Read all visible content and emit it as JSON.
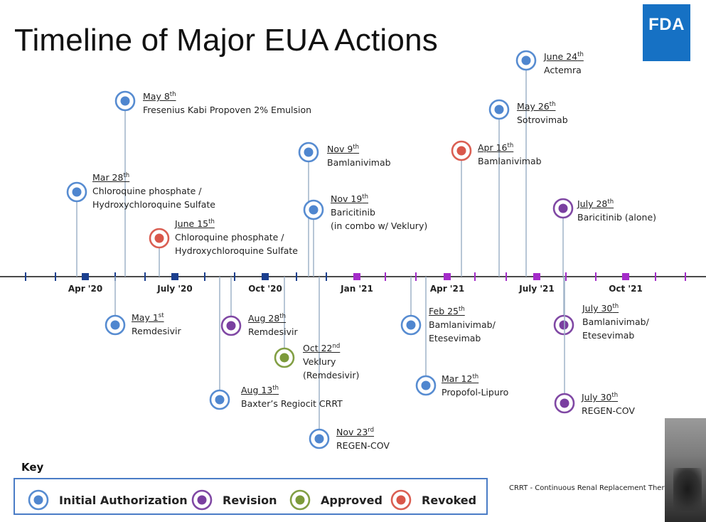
{
  "title": "Timeline of Major EUA Actions",
  "logo_text": "FDA",
  "colors": {
    "initial": "#4f86cf",
    "revision": "#7a3fa0",
    "approved": "#7c9a3a",
    "revoked": "#d9574a",
    "axis": "#4a4a4a",
    "stem": "#9fb3c8",
    "tick_2020": "#1b3f8f",
    "tick_2021": "#a42cc9",
    "logo_bg": "#1671c4"
  },
  "months": [
    {
      "label": "Apr '20",
      "year": "2020"
    },
    {
      "label": "July '20",
      "year": "2020"
    },
    {
      "label": "Oct '20",
      "year": "2020"
    },
    {
      "label": "Jan '21",
      "year": "2021"
    },
    {
      "label": "Apr '21",
      "year": "2021"
    },
    {
      "label": "July '21",
      "year": "2021"
    },
    {
      "label": "Oct '21",
      "year": "2021"
    }
  ],
  "events": [
    {
      "date": "Mar 28",
      "sup": "th",
      "lines": [
        "Chloroquine phosphate /",
        "Hydroxychloroquine Sulfate"
      ],
      "type": "initial"
    },
    {
      "date": "May 8",
      "sup": "th",
      "lines": [
        "Fresenius Kabi Propoven 2% Emulsion"
      ],
      "type": "initial"
    },
    {
      "date": "June 15",
      "sup": "th",
      "lines": [
        "Chloroquine phosphate /",
        "Hydroxychloroquine Sulfate"
      ],
      "type": "revoked"
    },
    {
      "date": "May 1",
      "sup": "st",
      "lines": [
        "Remdesivir"
      ],
      "type": "initial"
    },
    {
      "date": "Aug 28",
      "sup": "th",
      "lines": [
        "Remdesivir"
      ],
      "type": "revision"
    },
    {
      "date": "Aug 13",
      "sup": "th",
      "lines": [
        "Baxter’s Regiocit  CRRT"
      ],
      "type": "initial"
    },
    {
      "date": "Oct 22",
      "sup": "nd",
      "lines": [
        "Veklury",
        "(Remdesivir)"
      ],
      "type": "approved"
    },
    {
      "date": "Nov 9",
      "sup": "th",
      "lines": [
        "Bamlanivimab"
      ],
      "type": "initial"
    },
    {
      "date": "Nov 19",
      "sup": "th",
      "lines": [
        "Baricitinib",
        "(in combo w/ Veklury)"
      ],
      "type": "initial"
    },
    {
      "date": "Nov 23",
      "sup": "rd",
      "lines": [
        "REGEN-COV"
      ],
      "type": "initial"
    },
    {
      "date": "Feb 25",
      "sup": "th",
      "lines": [
        "Bamlanivimab/",
        "Etesevimab"
      ],
      "type": "initial"
    },
    {
      "date": "Mar 12",
      "sup": "th",
      "lines": [
        "Propofol-Lipuro"
      ],
      "type": "initial"
    },
    {
      "date": "Apr 16",
      "sup": "th",
      "lines": [
        "Bamlanivimab"
      ],
      "type": "revoked"
    },
    {
      "date": "May 26",
      "sup": "th",
      "lines": [
        "Sotrovimab"
      ],
      "type": "initial"
    },
    {
      "date": "June 24",
      "sup": "th",
      "lines": [
        "Actemra"
      ],
      "type": "initial"
    },
    {
      "date": "July 28",
      "sup": "th",
      "lines": [
        "Baricitinib (alone)"
      ],
      "type": "revision"
    },
    {
      "date": "July 30",
      "sup": "th",
      "lines": [
        "Bamlanivimab/",
        "Etesevimab"
      ],
      "type": "revision"
    },
    {
      "date": "July 30",
      "sup": "th",
      "lines": [
        "REGEN-COV"
      ],
      "type": "revision"
    }
  ],
  "key": {
    "title": "Key",
    "items": [
      {
        "label": "Initial Authorization",
        "type": "initial"
      },
      {
        "label": "Revision",
        "type": "revision"
      },
      {
        "label": "Approved",
        "type": "approved"
      },
      {
        "label": "Revoked",
        "type": "revoked"
      }
    ]
  },
  "footnote": "CRRT - Continuous Renal Replacement Ther"
}
